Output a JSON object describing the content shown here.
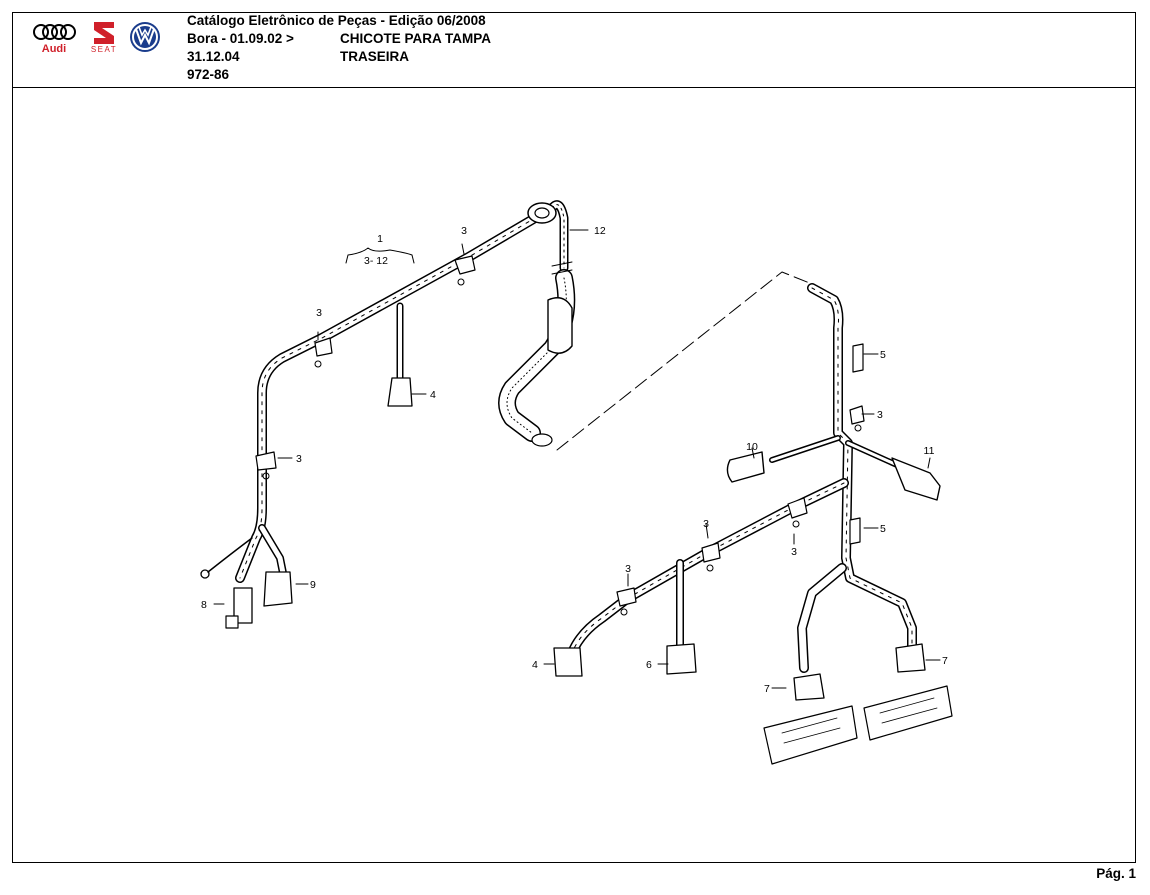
{
  "header": {
    "catalog_title": "Catálogo Eletrônico de Peças - Edição 06/2008",
    "model_range": "Bora - 01.09.02 >",
    "date_to": "31.12.04",
    "page_code": "972-86",
    "part_title_line1": "CHICOTE PARA TAMPA",
    "part_title_line2": "TRASEIRA",
    "logos": {
      "audi": "Audi",
      "seat": "SEAT"
    },
    "brand_colors": {
      "red": "#d0202a",
      "vw_blue": "#1a3c8c"
    }
  },
  "footer": {
    "page_label": "Pág. 1"
  },
  "diagram": {
    "callouts": {
      "c1": "1",
      "c1_range": "3- 12",
      "c12": "12",
      "c3_a": "3",
      "c3_b": "3",
      "c3_c": "3",
      "c4_a": "4",
      "c8": "8",
      "c9": "9",
      "c5_a": "5",
      "c3_d": "3",
      "c10": "10",
      "c11": "11",
      "c3_e": "3",
      "c3_f": "3",
      "c5_b": "5",
      "c3_g": "3",
      "c4_b": "4",
      "c6": "6",
      "c7_a": "7",
      "c7_b": "7"
    }
  }
}
